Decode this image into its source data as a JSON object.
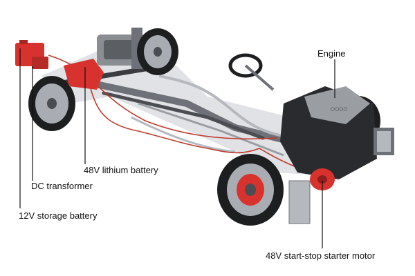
{
  "labels": {
    "engine": "Engine",
    "lithium_battery": "48V lithium battery",
    "dc_transformer": "DC transformer",
    "storage_battery": "12V storage battery",
    "starter_motor": "48V start-stop starter motor"
  },
  "colors": {
    "background": "#ffffff",
    "callout_line": "#111111",
    "highlight_red": "#d8322e",
    "wiring": "#c0392b",
    "chassis": "#8a8d92",
    "chassis_dark": "#3a3c40",
    "tire": "#1d1e20",
    "rim": "#a9adb3"
  }
}
